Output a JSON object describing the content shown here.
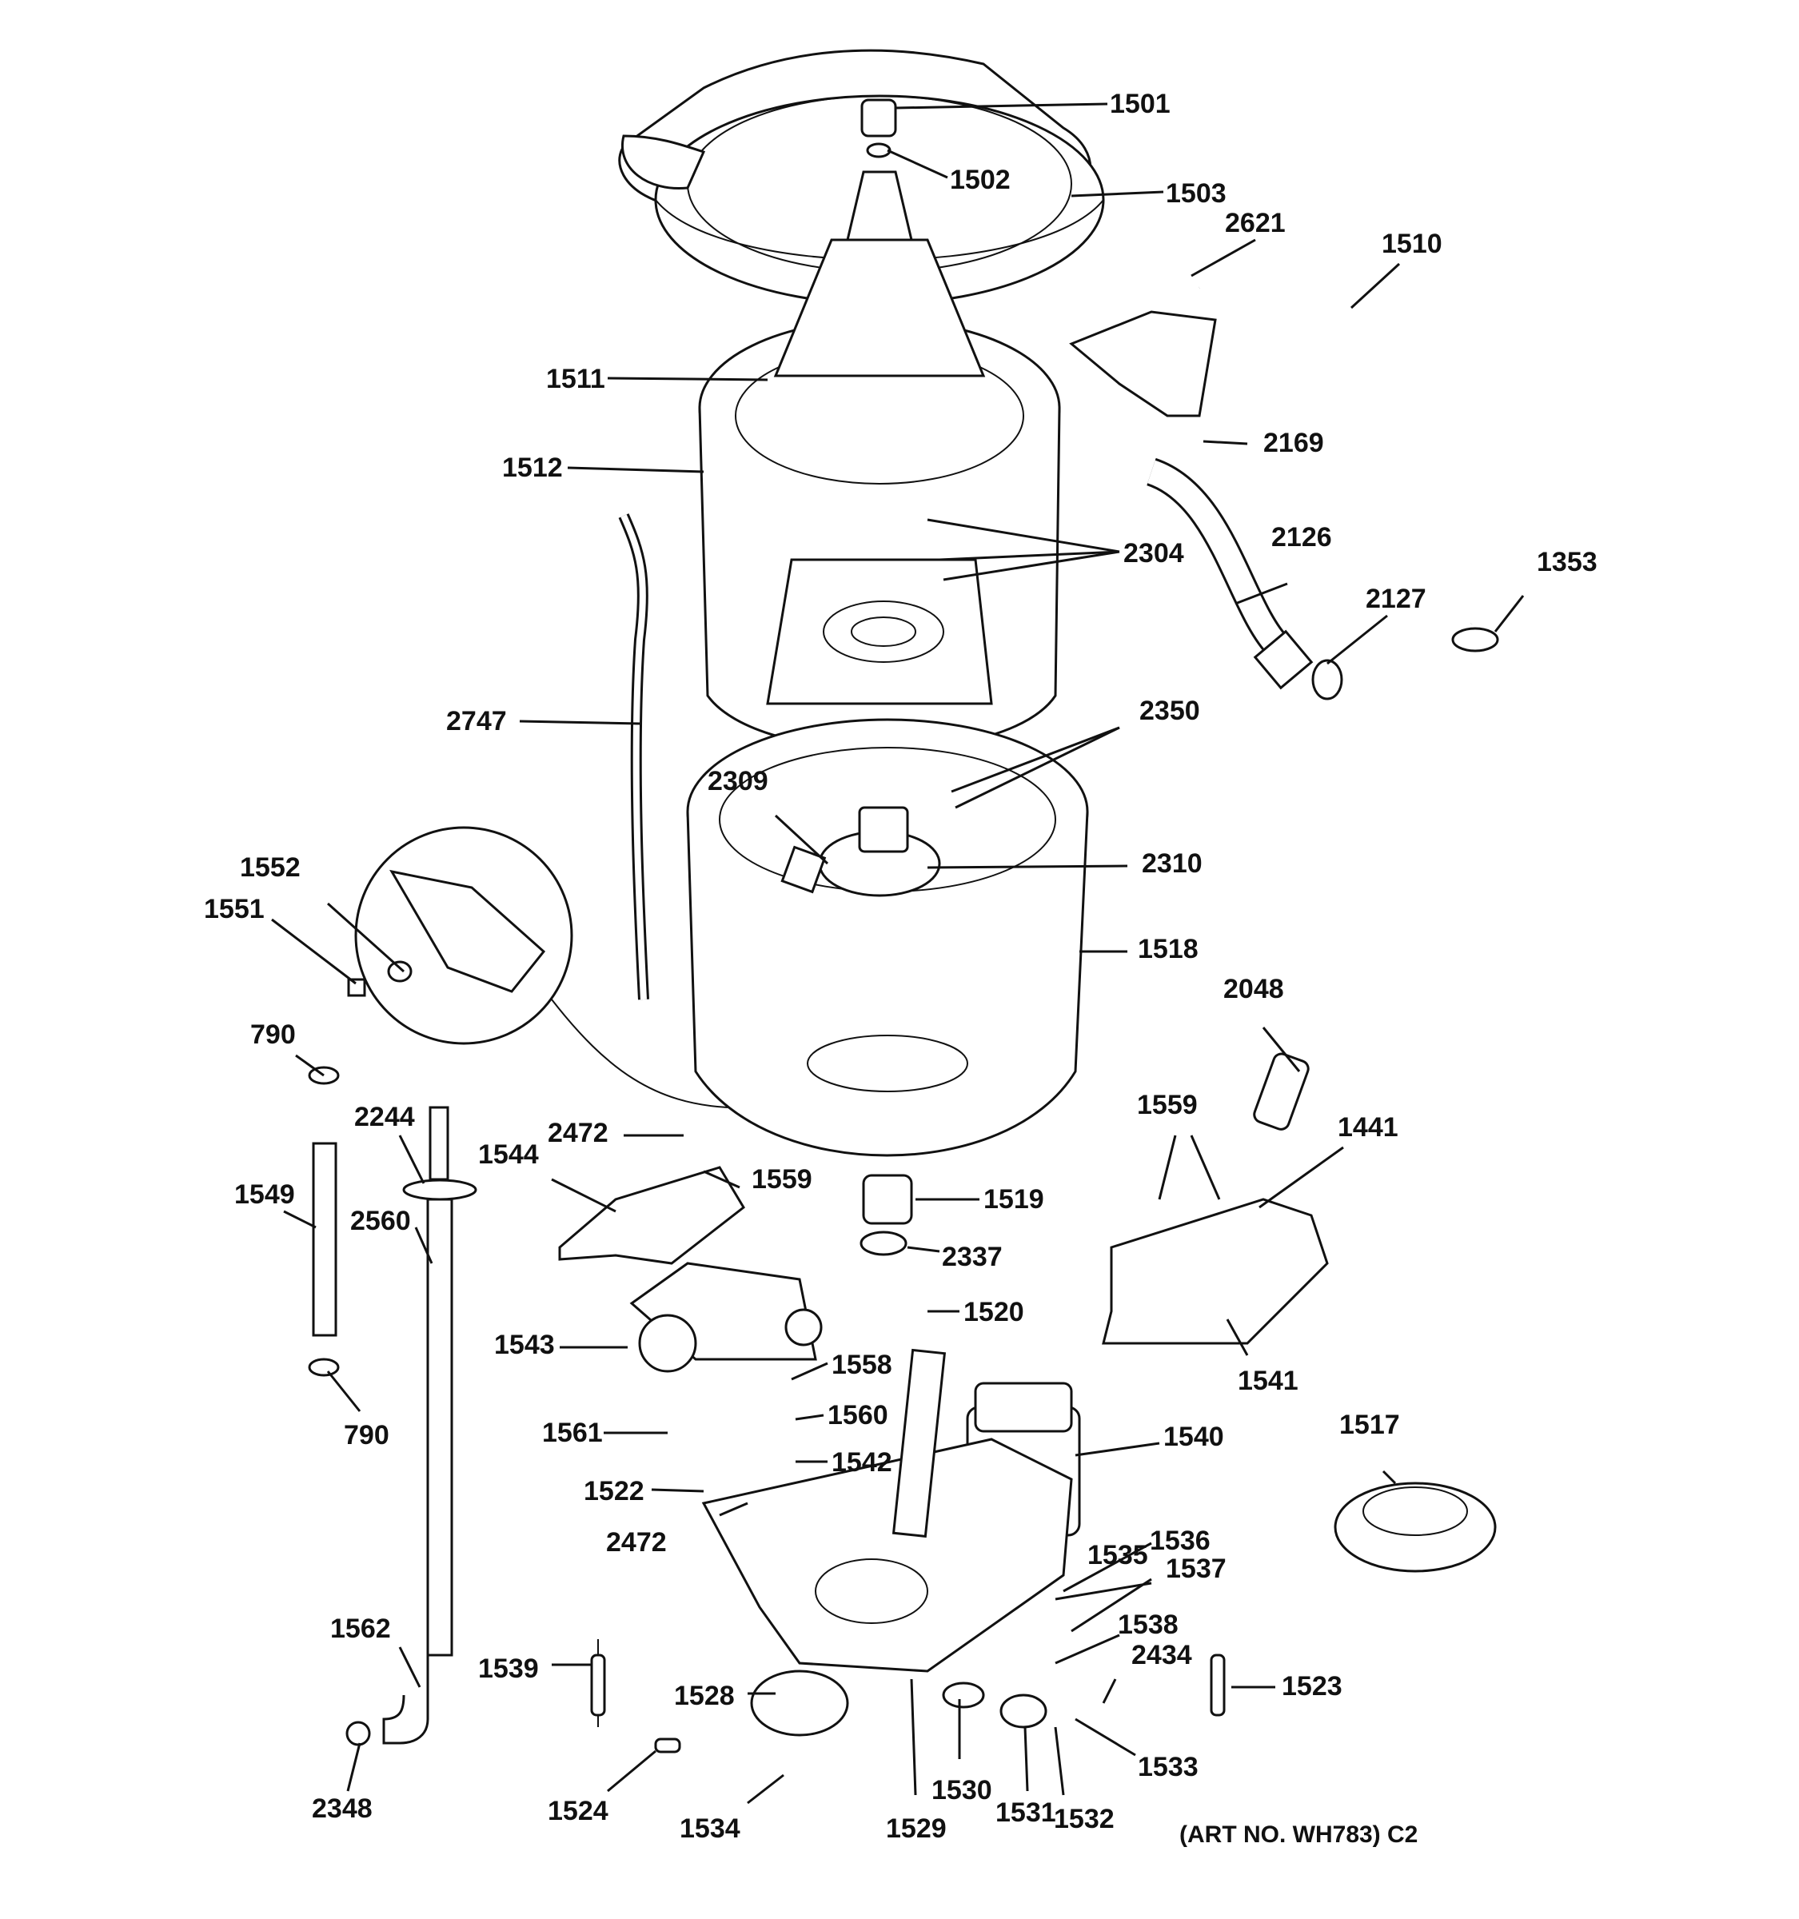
{
  "labels": {
    "p1501": "1501",
    "p1502": "1502",
    "p1503": "1503",
    "p2621": "2621",
    "p1510": "1510",
    "p1511": "1511",
    "p2169": "2169",
    "p1512": "1512",
    "p2126": "2126",
    "p2304": "2304",
    "p1353": "1353",
    "p2127": "2127",
    "p2747": "2747",
    "p2350": "2350",
    "p2309": "2309",
    "p1552": "1552",
    "p2310": "2310",
    "p1551": "1551",
    "p1518": "1518",
    "p2048": "2048",
    "p790a": "790",
    "p1559a": "1559",
    "p1441": "1441",
    "p2472a": "2472",
    "p2244": "2244",
    "p1544": "1544",
    "p1559b": "1559",
    "p1549": "1549",
    "p2560": "2560",
    "p1519": "1519",
    "p2337": "2337",
    "p1520": "1520",
    "p1543": "1543",
    "p1558": "1558",
    "p1541": "1541",
    "p790b": "790",
    "p1560": "1560",
    "p1561": "1561",
    "p1540": "1540",
    "p1517": "1517",
    "p1542": "1542",
    "p1522": "1522",
    "p2472b": "2472",
    "p1536": "1536",
    "p1535": "1535",
    "p1537": "1537",
    "p1562": "1562",
    "p1538": "1538",
    "p1539": "1539",
    "p2434": "2434",
    "p1523": "1523",
    "p1528": "1528",
    "p1533": "1533",
    "p1530": "1530",
    "p1524": "1524",
    "p2348": "2348",
    "p1531": "1531",
    "p1532": "1532",
    "p1534": "1534",
    "p1529": "1529"
  },
  "art_number": "(ART NO. WH783) C2"
}
